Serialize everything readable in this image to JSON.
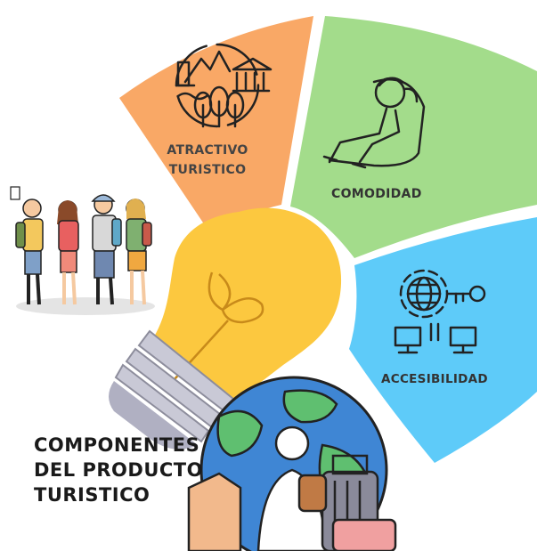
{
  "segments": {
    "atractivo": {
      "line1": "ATRACTIVO",
      "line2": "TURISTICO",
      "color": "#f9a866"
    },
    "comodidad": {
      "label": "COMODIDAD",
      "color": "#a3dc8b"
    },
    "accesibilidad": {
      "label": "ACCESIBILIDAD",
      "color": "#5ecbf9"
    }
  },
  "title": {
    "line1": "COMPONENTES",
    "line2": "DEL PRODUCTO",
    "line3": "TURISTICO"
  },
  "icons": [
    "landmarks-icon",
    "relaxing-person-icon",
    "network-key-icon",
    "lightbulb-icon",
    "globe-icon",
    "tourists-group-icon",
    "suitcase-icon"
  ],
  "colors": {
    "bulb": "#fcc83f",
    "globe_water": "#3f86d4",
    "globe_land": "#5fbf70",
    "outline": "#222222"
  }
}
